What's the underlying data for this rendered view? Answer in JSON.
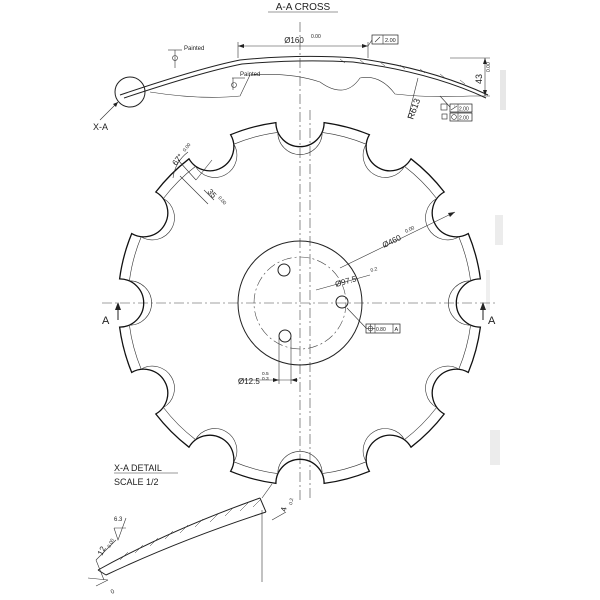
{
  "section_title": "A-A CROSS",
  "detail_title": "X-A DETAIL",
  "detail_scale": "SCALE 1/2",
  "view_marker": "X-A",
  "section_label": "A",
  "notes": {
    "painted_1": "Painted",
    "painted_2": "Painted"
  },
  "dims": {
    "flat_dia": "Ø160",
    "flat_dia_tol": "0.00",
    "height": "43",
    "height_tol": "0.00",
    "radius": "R613",
    "outer_dia": "Ø460",
    "outer_dia_tol": "0.00",
    "notch_angle": "67°",
    "notch_angle_tol": "0.00",
    "notch_depth": "35",
    "notch_depth_tol": "0.00",
    "bolt_circle": "Ø97.5",
    "bolt_circle_tol": "0.2",
    "hole_dia": "Ø12.5",
    "hole_tol_upper": "0.5",
    "hole_tol_lower": "0.3",
    "thickness": "4",
    "thickness_tol": "0.2",
    "edge_dim": "12",
    "edge_dim_tol": "0.00",
    "roughness": "6.3",
    "edge_angle": "0"
  },
  "gdt": {
    "flatness": "2.00",
    "runout_1": "2.00",
    "runout_2": "2.00",
    "position": "0.80",
    "datum": "A"
  }
}
